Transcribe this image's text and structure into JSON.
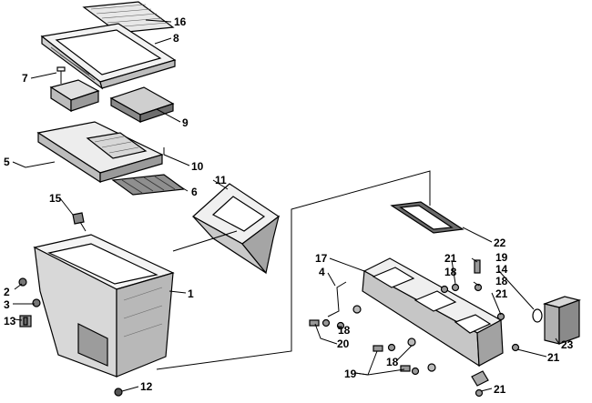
{
  "callouts": [
    {
      "id": "c16",
      "label": "16"
    },
    {
      "id": "c8",
      "label": "8"
    },
    {
      "id": "c7",
      "label": "7"
    },
    {
      "id": "c9",
      "label": "9"
    },
    {
      "id": "c10",
      "label": "10"
    },
    {
      "id": "c5",
      "label": "5"
    },
    {
      "id": "c11",
      "label": "11"
    },
    {
      "id": "c6",
      "label": "6"
    },
    {
      "id": "c15",
      "label": "15"
    },
    {
      "id": "c22",
      "label": "22"
    },
    {
      "id": "c17",
      "label": "17"
    },
    {
      "id": "c21a",
      "label": "21"
    },
    {
      "id": "c18a",
      "label": "18"
    },
    {
      "id": "c19a",
      "label": "19"
    },
    {
      "id": "c14",
      "label": "14"
    },
    {
      "id": "c18b",
      "label": "18"
    },
    {
      "id": "c4",
      "label": "4"
    },
    {
      "id": "c21b",
      "label": "21"
    },
    {
      "id": "c2",
      "label": "2"
    },
    {
      "id": "c1",
      "label": "1"
    },
    {
      "id": "c3",
      "label": "3"
    },
    {
      "id": "c13",
      "label": "13"
    },
    {
      "id": "c18c",
      "label": "18"
    },
    {
      "id": "c20",
      "label": "20"
    },
    {
      "id": "c23",
      "label": "23"
    },
    {
      "id": "c21c",
      "label": "21"
    },
    {
      "id": "c19b",
      "label": "19"
    },
    {
      "id": "c18d",
      "label": "18"
    },
    {
      "id": "c21d",
      "label": "21"
    },
    {
      "id": "c12",
      "label": "12"
    }
  ]
}
